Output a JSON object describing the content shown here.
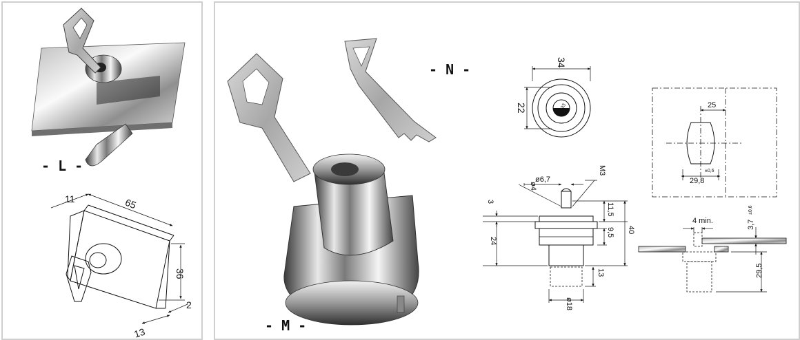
{
  "labels": {
    "L": "- L -",
    "M": "- M -",
    "N": "- N -"
  },
  "dims_L": {
    "d11": "11",
    "d65": "65",
    "d36": "36",
    "d2": "2",
    "d13": "13"
  },
  "dims_front": {
    "d34": "34",
    "d22": "22",
    "key_stamp": "48.33"
  },
  "dims_side": {
    "d67": "ø6,7",
    "d4": "ø4",
    "m3": "M3",
    "d3": "3",
    "d115": "11,5",
    "d95": "9,5",
    "d40": "40",
    "d24": "24",
    "d13": "13",
    "d18": "ø18"
  },
  "dims_cutout": {
    "d25": "25",
    "d298": "29,8",
    "tol": "±0,6"
  },
  "dims_install": {
    "d4min": "4 min.",
    "d37": "3,7",
    "tol": "±0,6",
    "d295": "29,5"
  }
}
